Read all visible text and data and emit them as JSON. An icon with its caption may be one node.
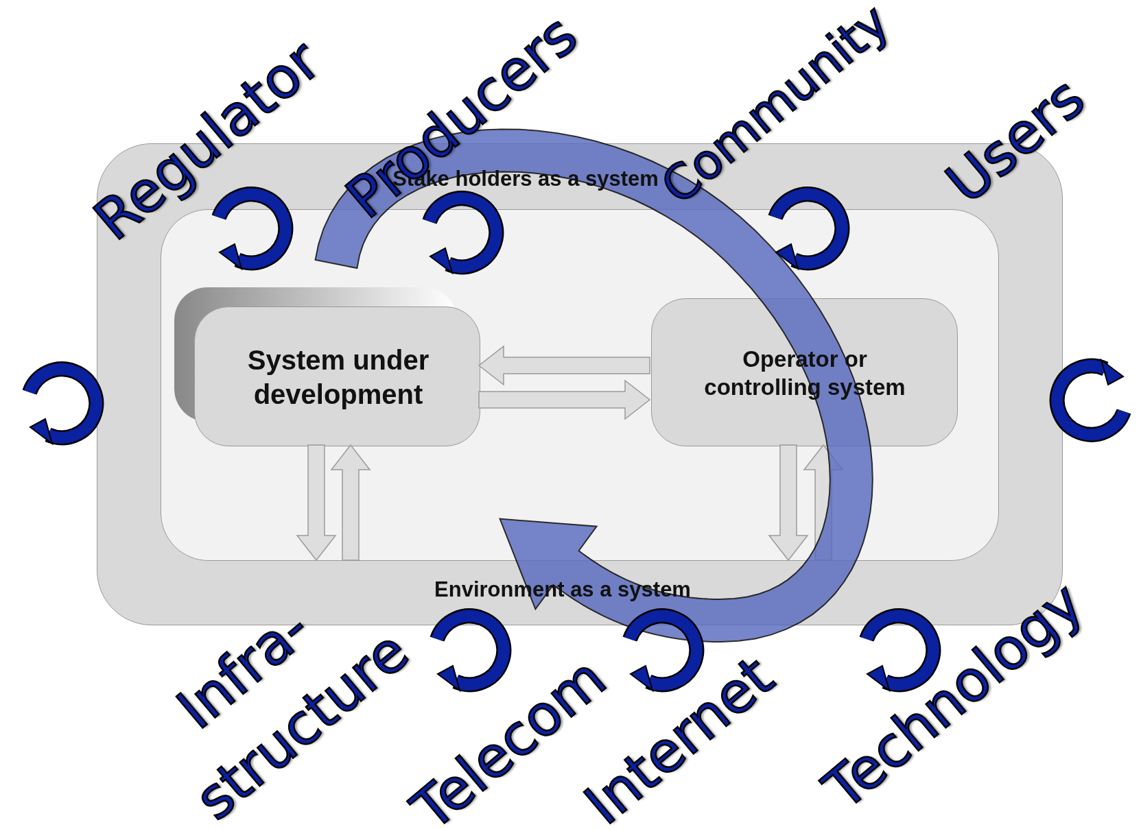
{
  "diagram": {
    "nodes": [
      {
        "text": [
          "Stake holders as a system",
          "Environment as a system"
        ]
      },
      {
        "text": [],
        "shape": "box",
        "in": 0
      },
      {
        "text": [
          "System under development"
        ],
        "in": 1
      },
      {
        "text": [
          "Operator or controlling system"
        ],
        "in": 1
      }
    ],
    "edges": [
      {
        "from": 3,
        "to": 2,
        "arrow": "to"
      },
      {
        "from": 2,
        "to": 3,
        "arrow": "to"
      },
      {
        "from": 2,
        "to": 1,
        "arrow": "to"
      },
      {
        "from": 1,
        "to": 2,
        "arrow": "to"
      },
      {
        "from": 3,
        "to": 1,
        "arrow": "to"
      },
      {
        "from": 1,
        "to": 3,
        "arrow": "to"
      }
    ],
    "labels": [
      "Regulator",
      "Producers",
      "Community",
      "Users",
      "Infra-",
      "structure",
      "Telecom",
      "Internet",
      "Technology"
    ]
  }
}
